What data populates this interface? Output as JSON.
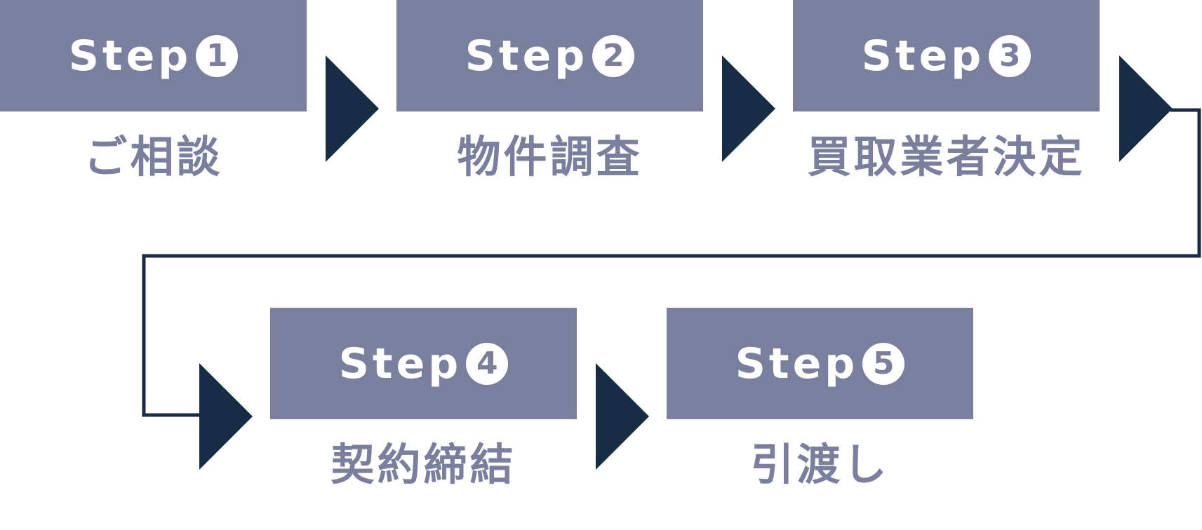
{
  "colors": {
    "box": "#7b7f9e",
    "arrow": "#162d45",
    "label": "#7b7f9e",
    "box_text": "#ffffff"
  },
  "steps": [
    {
      "prefix": "Step",
      "number": "1",
      "label": "ご相談"
    },
    {
      "prefix": "Step",
      "number": "2",
      "label": "物件調査"
    },
    {
      "prefix": "Step",
      "number": "3",
      "label": "買取業者決定"
    },
    {
      "prefix": "Step",
      "number": "4",
      "label": "契約締結"
    },
    {
      "prefix": "Step",
      "number": "5",
      "label": "引渡し"
    }
  ]
}
